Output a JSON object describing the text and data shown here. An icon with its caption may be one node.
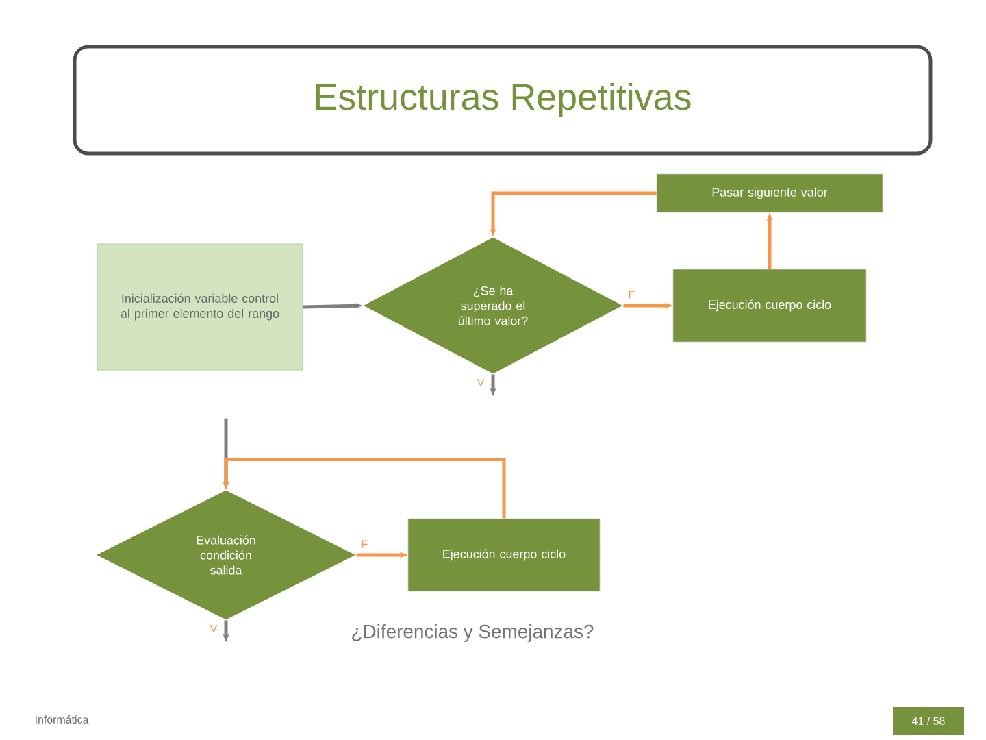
{
  "diagram": {
    "title": "Estructuras Repetitivas",
    "nodes": [
      {
        "text": [
          "Inicialización variable control al primer elemento del rango"
        ]
      },
      {
        "text": [
          "¿Se ha superado el último valor?"
        ]
      },
      {
        "text": [
          "Pasar siguiente valor"
        ]
      },
      {
        "text": [
          "Ejecución cuerpo ciclo"
        ]
      },
      {
        "text": [
          "Evaluación condición salida"
        ]
      },
      {
        "text": [
          "Ejecución cuerpo ciclo"
        ]
      }
    ],
    "edges": [
      {
        "from": 0,
        "to": 1,
        "arrow": "to",
        "color": "#7f7f7f"
      },
      {
        "from": 1,
        "to": 3,
        "arrow": "to",
        "label": "F",
        "color": "#f79646"
      },
      {
        "from": 3,
        "to": 2,
        "arrow": "to",
        "color": "#f79646"
      },
      {
        "from": 2,
        "to": 1,
        "arrow": "to",
        "color": "#f79646"
      },
      {
        "from": 1,
        "to": null,
        "arrow": "to",
        "label": "V",
        "color": "#7f7f7f"
      },
      {
        "from": null,
        "to": 4,
        "arrow": "to",
        "color": "#7f7f7f"
      },
      {
        "from": 4,
        "to": 5,
        "arrow": "to",
        "label": "F",
        "color": "#f79646"
      },
      {
        "from": 5,
        "to": 4,
        "arrow": "to",
        "color": "#f79646"
      },
      {
        "from": 4,
        "to": null,
        "arrow": "to",
        "label": "V",
        "color": "#7f7f7f"
      }
    ],
    "labels": [
      "¿Diferencias y Semejanzas?",
      "Informática",
      "41 / 58"
    ]
  }
}
